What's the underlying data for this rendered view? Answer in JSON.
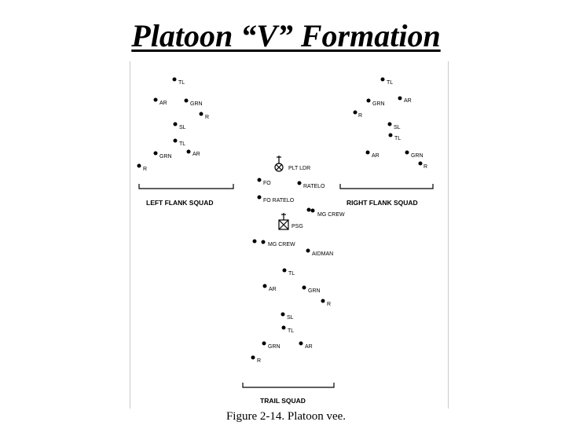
{
  "title": "Platoon “V” Formation",
  "caption": "Figure 2-14. Platoon vee.",
  "squads": {
    "left": "LEFT FLANK SQUAD",
    "right": "RIGHT FLANK SQUAD",
    "trail": "TRAIL SQUAD"
  },
  "leaders": {
    "plt_ldr": "PLT LDR",
    "psg": "PSG"
  },
  "labels": {
    "tl": "TL",
    "ar": "AR",
    "grn": "GRN",
    "r": "R",
    "sl": "SL",
    "fo": "FO",
    "rtelo": "RATELO",
    "fo_rtelo": "FO RATELO",
    "mg_crew": "MG CREW",
    "aidman": "AIDMAN"
  }
}
